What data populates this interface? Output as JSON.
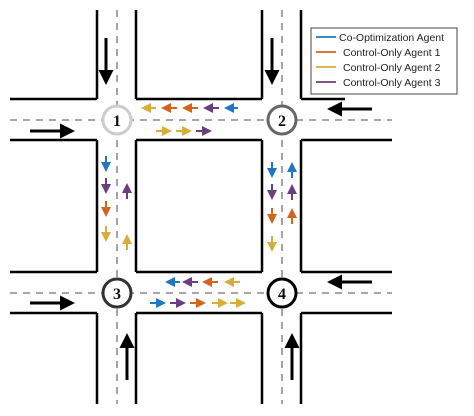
{
  "colors": {
    "road_edge": "#000000",
    "lane_divider": "#9a9a9a",
    "main_arrow": "#000000",
    "co_optimization": "#1f77c4",
    "control_only_1": "#d4631e",
    "control_only_2": "#d9ad3c",
    "control_only_3": "#6b3f7f"
  },
  "legend": {
    "items": [
      {
        "label": "Co-Optimization Agent",
        "color": "#1f77c4"
      },
      {
        "label": "Control-Only Agent 1",
        "color": "#d4631e"
      },
      {
        "label": "Control-Only Agent 2",
        "color": "#d9ad3c"
      },
      {
        "label": "Control-Only Agent 3",
        "color": "#6b3f7f"
      }
    ]
  },
  "intersections": [
    {
      "id": "1",
      "label": "1",
      "ring_color": "#cccccc"
    },
    {
      "id": "2",
      "label": "2",
      "ring_color": "#666666"
    },
    {
      "id": "3",
      "label": "3",
      "ring_color": "#333333"
    },
    {
      "id": "4",
      "label": "4",
      "ring_color": "#000000"
    }
  ],
  "incoming_flows": [
    {
      "edge": "north",
      "at": "1"
    },
    {
      "edge": "north",
      "at": "2"
    },
    {
      "edge": "west",
      "at": "1"
    },
    {
      "edge": "east",
      "at": "2"
    },
    {
      "edge": "west",
      "at": "3"
    },
    {
      "edge": "east",
      "at": "4"
    },
    {
      "edge": "south",
      "at": "3"
    },
    {
      "edge": "south",
      "at": "4"
    }
  ]
}
